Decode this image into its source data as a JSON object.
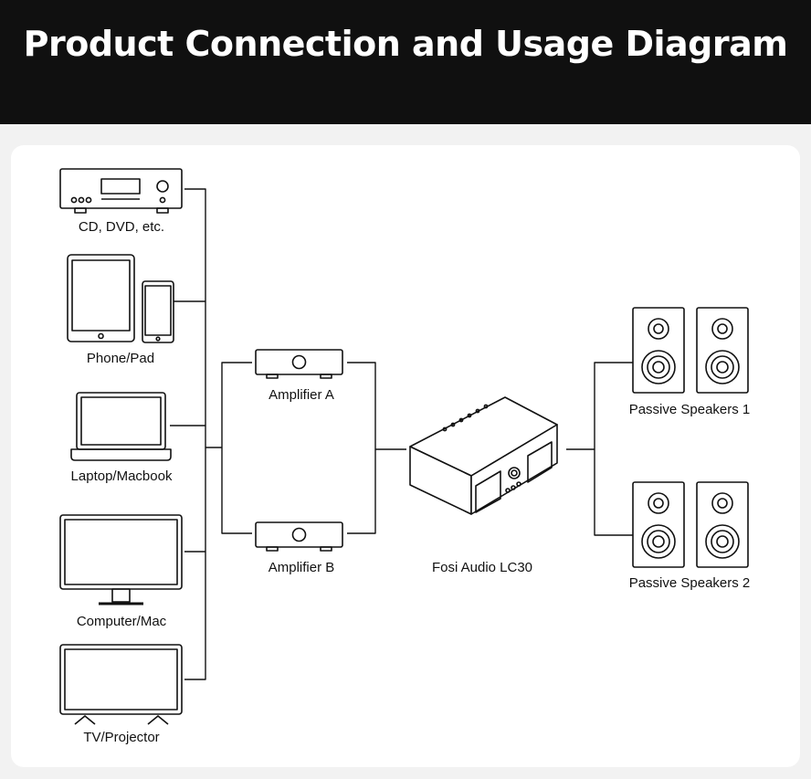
{
  "title": "Product Connection and Usage Diagram",
  "sources": [
    {
      "label": "CD, DVD, etc.",
      "icon": "cd-player-icon"
    },
    {
      "label": "Phone/Pad",
      "icon": "tablet-phone-icon"
    },
    {
      "label": "Laptop/Macbook",
      "icon": "laptop-icon"
    },
    {
      "label": "Computer/Mac",
      "icon": "monitor-icon"
    },
    {
      "label": "TV/Projector",
      "icon": "tv-icon"
    }
  ],
  "amplifiers": [
    {
      "label": "Amplifier A",
      "icon": "amplifier-icon"
    },
    {
      "label": "Amplifier B",
      "icon": "amplifier-icon"
    }
  ],
  "product": {
    "label": "Fosi Audio LC30",
    "icon": "preamp-switcher-icon"
  },
  "speakers": [
    {
      "label": "Passive Speakers 1",
      "icon": "speaker-pair-icon"
    },
    {
      "label": "Passive Speakers 2",
      "icon": "speaker-pair-icon"
    }
  ]
}
